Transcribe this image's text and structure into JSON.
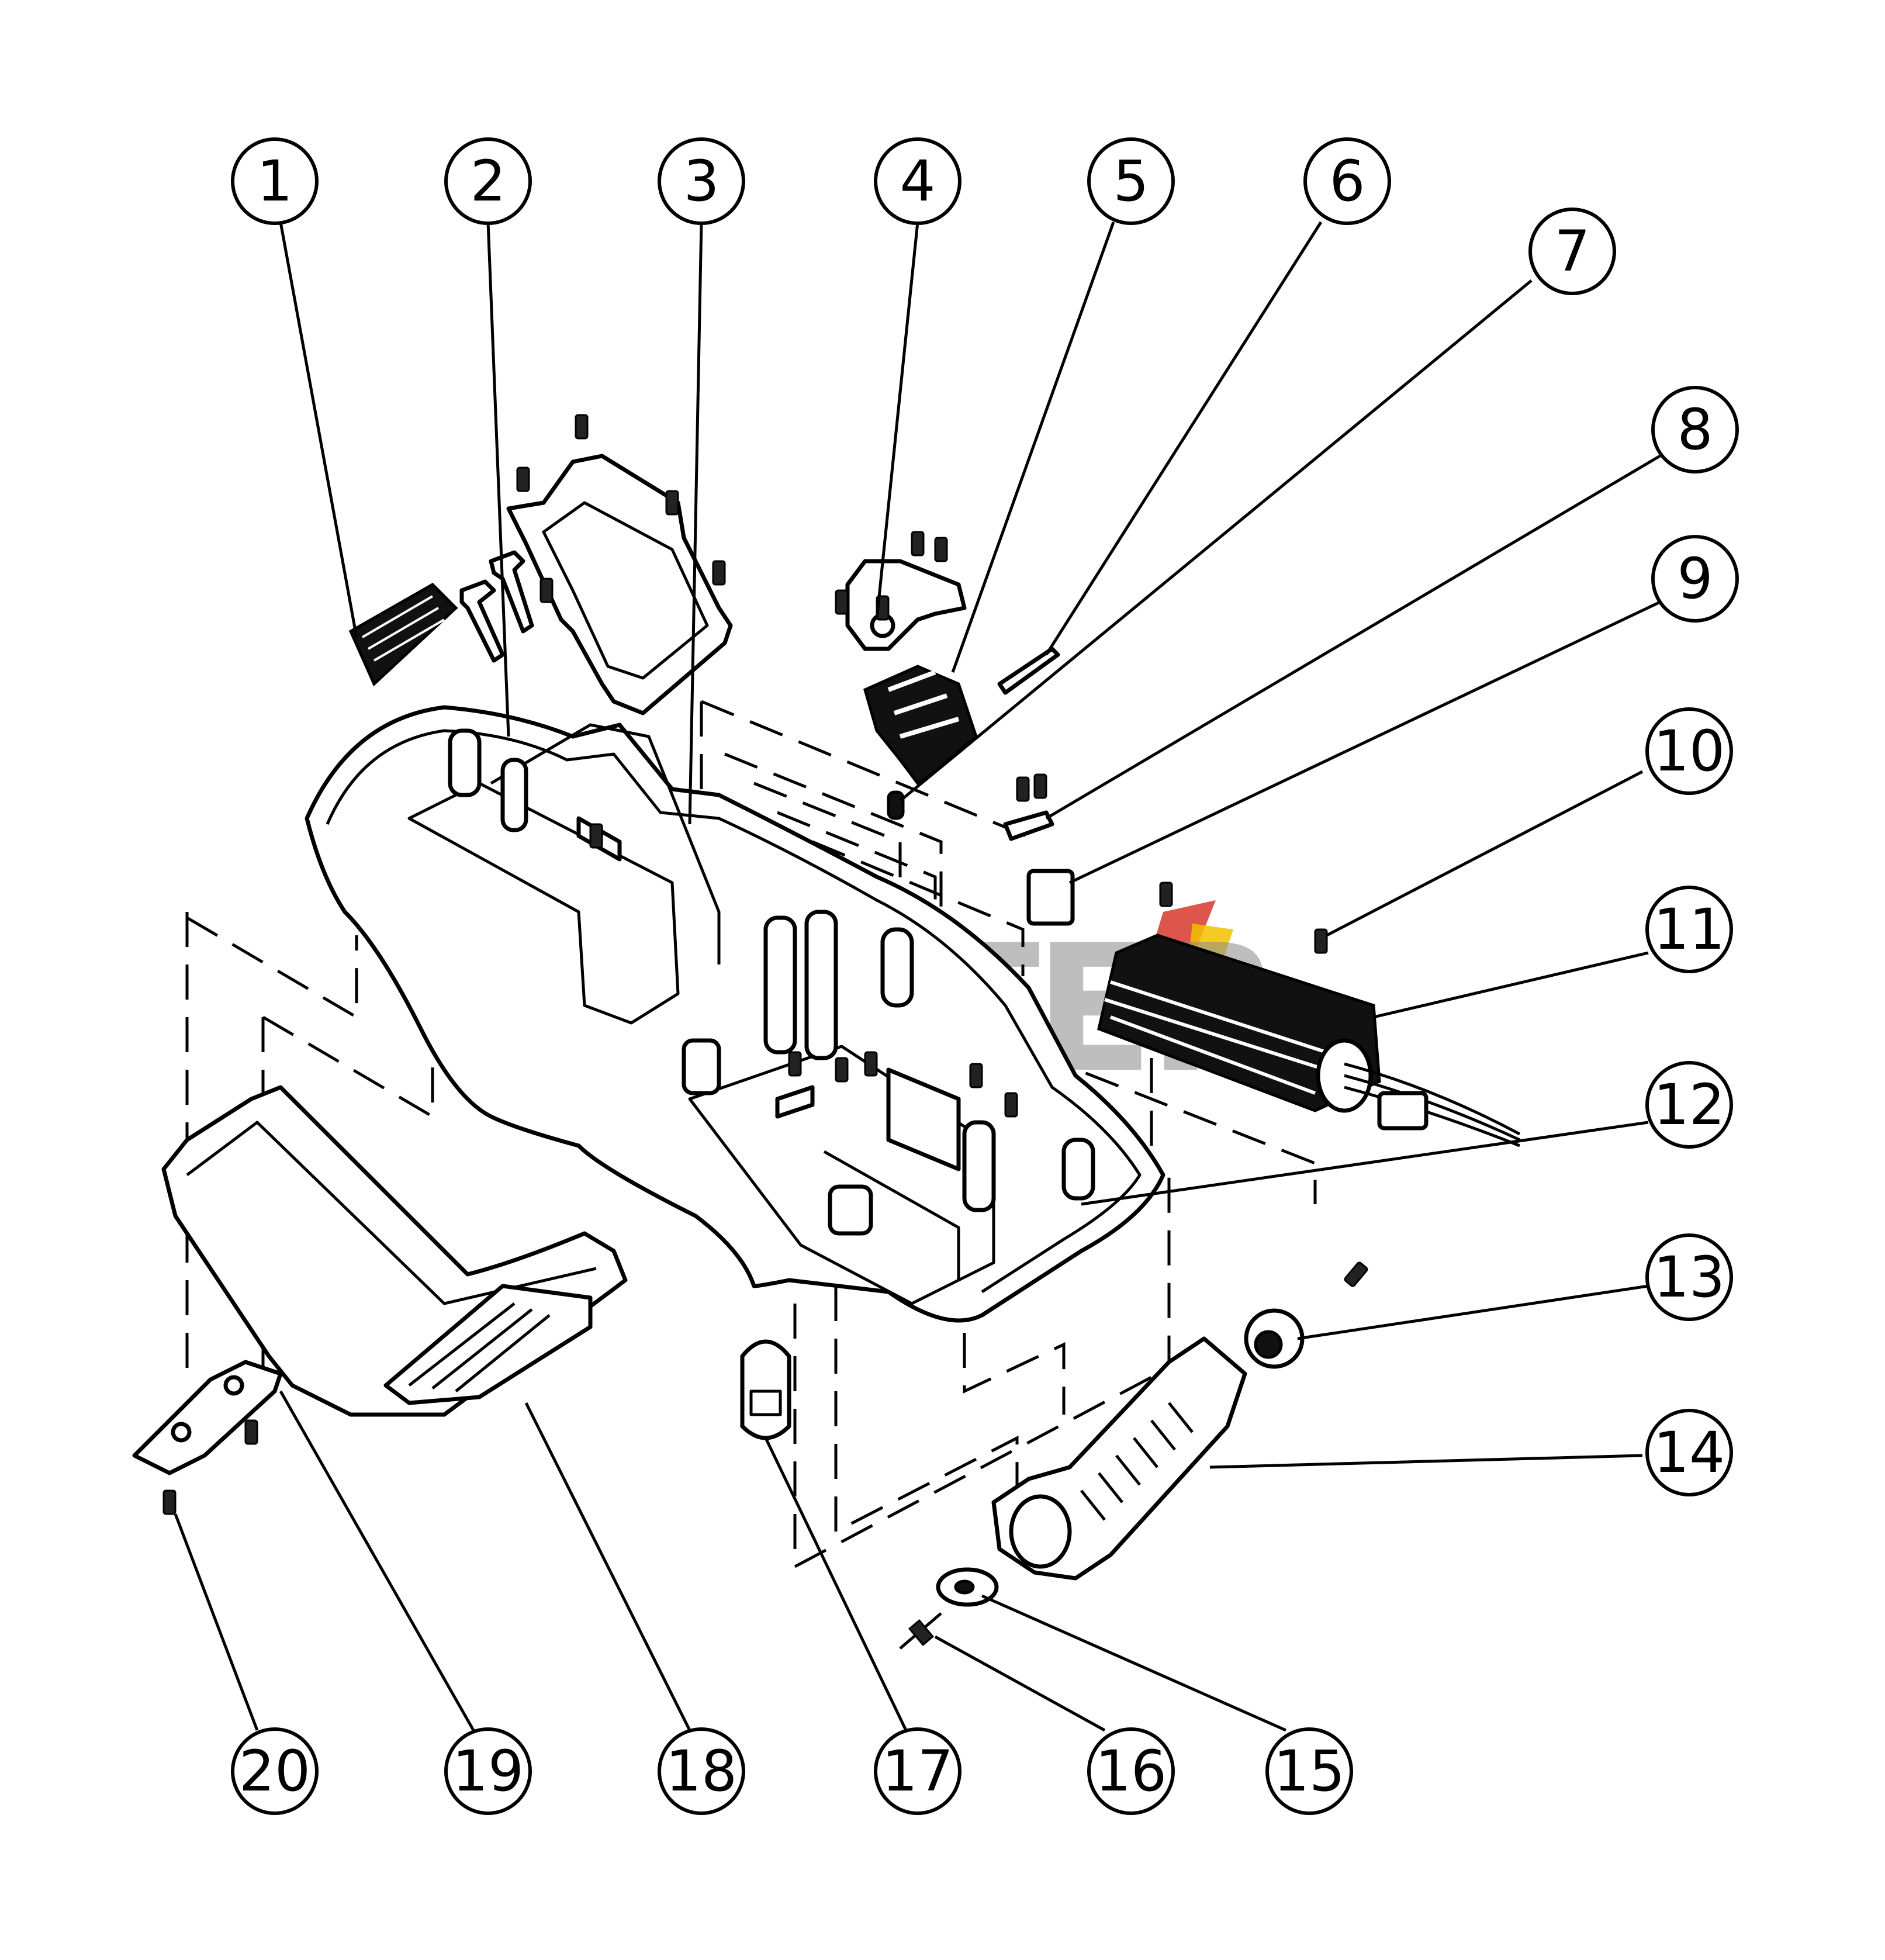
{
  "watermark": {
    "text": "HUTER",
    "colors": [
      "#d62b1f",
      "#f2c200",
      "#888888"
    ]
  },
  "callouts": [
    {
      "number": "1"
    },
    {
      "number": "2"
    },
    {
      "number": "3"
    },
    {
      "number": "4"
    },
    {
      "number": "5"
    },
    {
      "number": "6"
    },
    {
      "number": "7"
    },
    {
      "number": "8"
    },
    {
      "number": "9"
    },
    {
      "number": "10"
    },
    {
      "number": "11"
    },
    {
      "number": "12"
    },
    {
      "number": "13"
    },
    {
      "number": "14"
    },
    {
      "number": "15"
    },
    {
      "number": "16"
    },
    {
      "number": "17"
    },
    {
      "number": "18"
    },
    {
      "number": "19"
    },
    {
      "number": "20"
    }
  ]
}
